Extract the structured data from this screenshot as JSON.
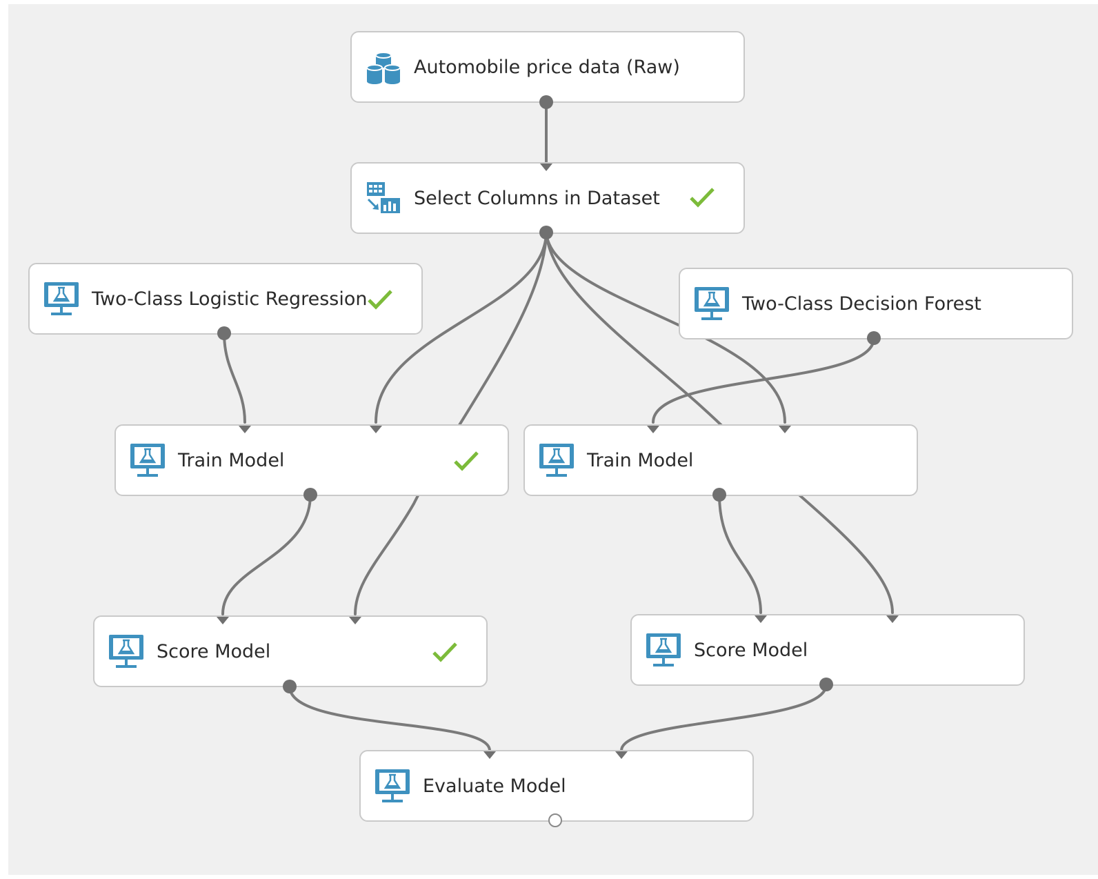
{
  "colors": {
    "canvas_bg": "#f0f0f0",
    "node_border": "#c9c9c9",
    "icon_blue": "#3e91bf",
    "connector": "#707070",
    "check_green": "#7cbb3a"
  },
  "nodes": {
    "auto_data": {
      "label": "Automobile price data (Raw)",
      "icon": "database-icon",
      "status": ""
    },
    "select_cols": {
      "label": "Select Columns in Dataset",
      "icon": "select-columns-icon",
      "status": "complete"
    },
    "logreg": {
      "label": "Two-Class Logistic Regression",
      "icon": "flask-monitor-icon",
      "status": "complete"
    },
    "forest": {
      "label": "Two-Class Decision Forest",
      "icon": "flask-monitor-icon",
      "status": ""
    },
    "train_left": {
      "label": "Train Model",
      "icon": "flask-monitor-icon",
      "status": "complete"
    },
    "train_right": {
      "label": "Train Model",
      "icon": "flask-monitor-icon",
      "status": ""
    },
    "score_left": {
      "label": "Score Model",
      "icon": "flask-monitor-icon",
      "status": "complete"
    },
    "score_right": {
      "label": "Score Model",
      "icon": "flask-monitor-icon",
      "status": ""
    },
    "evaluate": {
      "label": "Evaluate Model",
      "icon": "flask-monitor-icon",
      "status": ""
    }
  }
}
